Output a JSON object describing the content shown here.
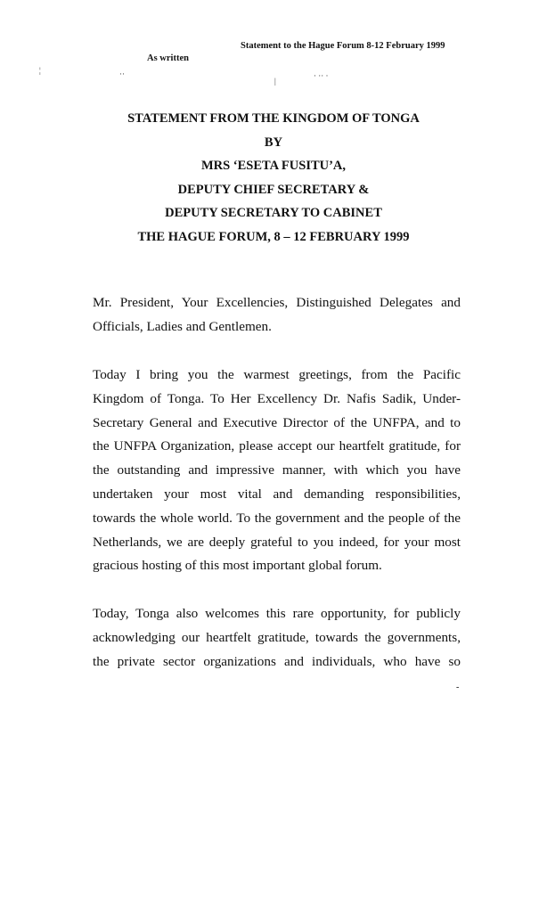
{
  "header": {
    "statement_line": "Statement to the Hague Forum 8-12 February 1999",
    "as_written": "As written"
  },
  "title": {
    "line1": "STATEMENT FROM THE KINGDOM OF TONGA",
    "line2": "BY",
    "line3": "MRS ‘ESETA FUSITU’A,",
    "line4": "DEPUTY CHIEF SECRETARY &",
    "line5": "DEPUTY SECRETARY TO CABINET",
    "line6": "THE HAGUE FORUM, 8 – 12 FEBRUARY 1999"
  },
  "paragraphs": [
    {
      "lines": [
        "Mr. President, Your Excellencies,  Distinguished Delegates and",
        "Officials, Ladies and Gentlemen."
      ]
    },
    {
      "lines": [
        "Today I bring you the warmest  greetings, from the Pacific",
        "Kingdom of Tonga. To Her Excellency Dr. Nafis Sadik, Under-",
        "Secretary General and Executive Director of the UNFPA, and to",
        "the UNFPA Organization, please accept our heartfelt gratitude, for",
        "the outstanding and impressive manner, with which you have",
        "undertaken your most vital and demanding responsibilities,",
        "towards the whole world.  To the government and the people of the",
        "Netherlands, we are deeply grateful to you indeed, for your most",
        "gracious hosting of this most important global forum."
      ]
    },
    {
      "lines": [
        "Today, Tonga also welcomes this rare opportunity, for publicly",
        "acknowledging our heartfelt gratitude, towards the governments,",
        "the private sector organizations and individuals, who have so"
      ]
    }
  ]
}
